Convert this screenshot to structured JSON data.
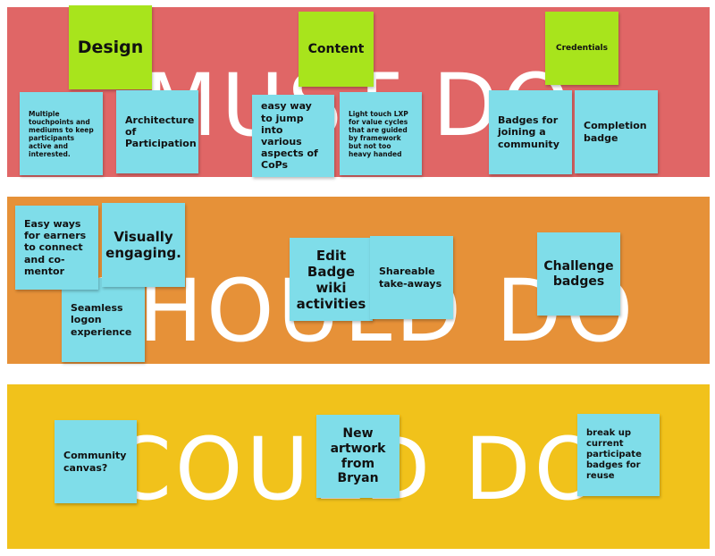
{
  "colors": {
    "must_band": "#e06666",
    "should_band": "#e69138",
    "could_band": "#f1c21b",
    "blue_note": "#7fdde9",
    "green_note": "#a8e41c"
  },
  "bands": {
    "must": {
      "title": "MUST DO"
    },
    "should": {
      "title": "SHOULD DO"
    },
    "could": {
      "title": "COULD DO"
    }
  },
  "categories": {
    "design": "Design",
    "content": "Content",
    "credentials": "Credentials"
  },
  "must_notes": {
    "touchpoints": "Multiple touchpoints and mediums to keep participants active and interested.",
    "architecture": "Architecture of Participation",
    "easy_way": "easy way to jump into various aspects of CoPs",
    "lxp": "Light touch LXP for value cycles that are guided by framework but not too heavy handed",
    "badges_community": "Badges for joining a community",
    "completion": "Completion badge"
  },
  "should_notes": {
    "earners": "Easy ways for earners to connect and co-mentor",
    "visually": "Visually engaging.",
    "logon": "Seamless logon experience",
    "edit_badge": "Edit Badge wiki activities",
    "takeaways": "Shareable take-aways",
    "challenge": "Challenge badges"
  },
  "could_notes": {
    "canvas": "Community canvas?",
    "artwork": "New artwork from Bryan",
    "break_up": "break up current participate badges for reuse"
  }
}
